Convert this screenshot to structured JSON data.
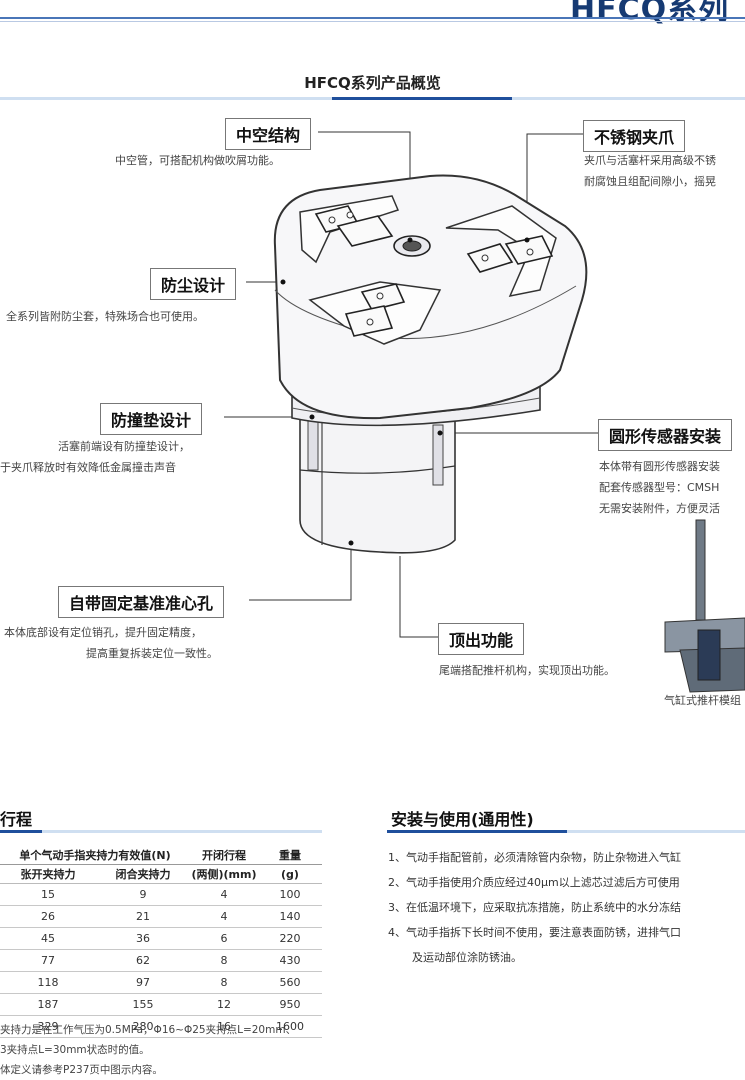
{
  "header": {
    "series_title": "HFCQ系列"
  },
  "overview": {
    "title": "HFCQ系列产品概览"
  },
  "callouts": {
    "hollow": {
      "title": "中空结构",
      "desc": "中空管，可搭配机构做吹屑功能。"
    },
    "stainless": {
      "title": "不锈钢夹爪",
      "desc1": "夹爪与活塞杆采用高级不锈",
      "desc2": "耐腐蚀且组配间隙小，摇晃"
    },
    "dust": {
      "title": "防尘设计",
      "desc": "全系列皆附防尘套，特殊场合也可使用。"
    },
    "bumper": {
      "title": "防撞垫设计",
      "desc1": "活塞前端设有防撞垫设计，",
      "desc2": "于夹爪释放时有效降低金属撞击声音"
    },
    "sensor": {
      "title": "圆形传感器安装",
      "desc1": "本体带有圆形传感器安装",
      "desc2": "配套传感器型号：CMSH",
      "desc3": "无需安装附件，方便灵活"
    },
    "locating": {
      "title": "自带固定基准准心孔",
      "desc1": "本体底部设有定位销孔，提升固定精度，",
      "desc2": "提高重复拆装定位一致性。"
    },
    "ejector": {
      "title": "顶出功能",
      "desc": "尾端搭配推杆机构，实现顶出功能。"
    },
    "cylinder_caption": "气缸式推杆模组"
  },
  "specs": {
    "section_title": "行程",
    "header_group": "单个气动手指夹持力有效值(N)",
    "col_open": "张开夹持力",
    "col_close": "闭合夹持力",
    "col_stroke": "开闭行程",
    "col_stroke2": "(两侧)(mm)",
    "col_weight": "重量",
    "col_weight2": "(g)",
    "rows": [
      [
        "15",
        "9",
        "4",
        "100"
      ],
      [
        "26",
        "21",
        "4",
        "140"
      ],
      [
        "45",
        "36",
        "6",
        "220"
      ],
      [
        "77",
        "62",
        "8",
        "430"
      ],
      [
        "118",
        "97",
        "8",
        "560"
      ],
      [
        "187",
        "155",
        "12",
        "950"
      ],
      [
        "329",
        "280",
        "16",
        "1600"
      ]
    ],
    "note1": "夹持力是在工作气压为0.5MPa，Φ16~Φ25夹持点L=20mm、",
    "note2": "3夹持点L=30mm状态时的值。",
    "note3": "体定义请参考P237页中图示内容。"
  },
  "install": {
    "section_title": "安装与使用(通用性)",
    "items": [
      "1、气动手指配管前，必须清除管内杂物，防止杂物进入气缸",
      "2、气动手指使用介质应经过40μm以上滤芯过滤后方可使用",
      "3、在低温环境下，应采取抗冻措施，防止系统中的水分冻结",
      "4、气动手指拆下长时间不使用，要注意表面防锈，进排气口",
      "及运动部位涂防锈油。"
    ]
  },
  "colors": {
    "brand_blue": "#1f4f9c",
    "light_blue": "#cfdff1"
  }
}
